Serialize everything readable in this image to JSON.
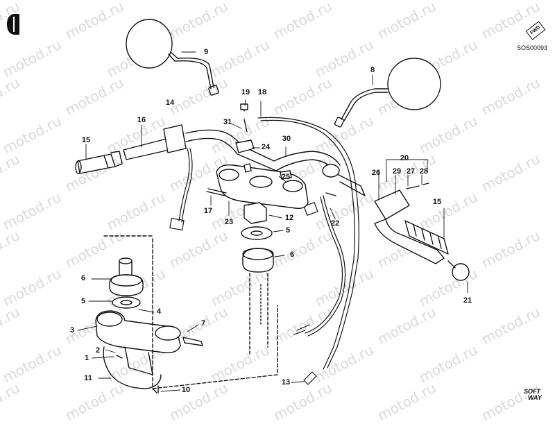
{
  "watermark": "motod.ru",
  "drawing_code": "SOS00093",
  "fwd_label": "FWD",
  "logo": {
    "line1": "SOFT",
    "line2": "WAY"
  },
  "callouts": {
    "c1": "1",
    "c2": "2",
    "c3": "3",
    "c4": "4",
    "c5a": "5",
    "c5b": "5",
    "c6a": "6",
    "c6b": "6",
    "c7": "7",
    "c8": "8",
    "c9": "9",
    "c10": "10",
    "c11": "11",
    "c12": "12",
    "c13": "13",
    "c14": "14",
    "c15a": "15",
    "c15b": "15",
    "c16": "16",
    "c17": "17",
    "c18": "18",
    "c19": "19",
    "c20": "20",
    "c21": "21",
    "c22": "22",
    "c23": "23",
    "c24": "24",
    "c25": "25",
    "c26": "26",
    "c27": "27",
    "c28": "28",
    "c29": "29",
    "c30": "30",
    "c31": "31"
  }
}
